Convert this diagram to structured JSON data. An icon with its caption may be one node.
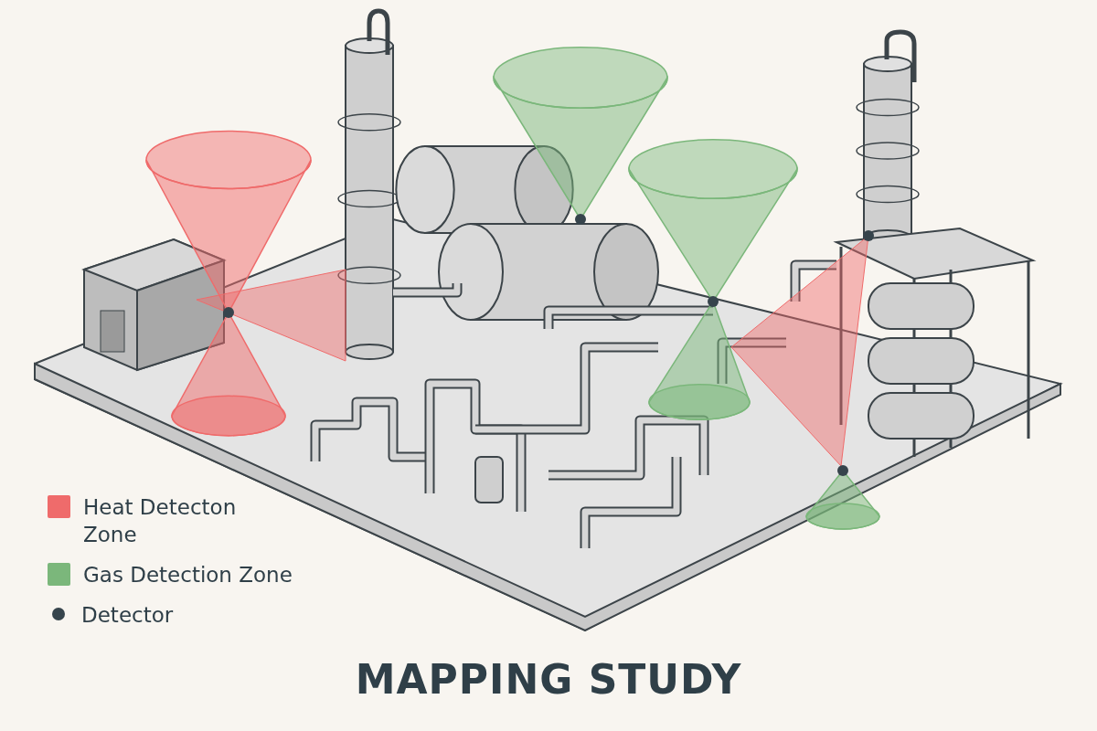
{
  "diagram": {
    "title": "MAPPING STUDY",
    "legend": [
      {
        "text": "Heat Detecton Zone",
        "color": "#ef6b6b"
      },
      {
        "text": "Gas Detection Zone",
        "color": "#7bb77b"
      },
      {
        "text": "Detector"
      }
    ]
  }
}
